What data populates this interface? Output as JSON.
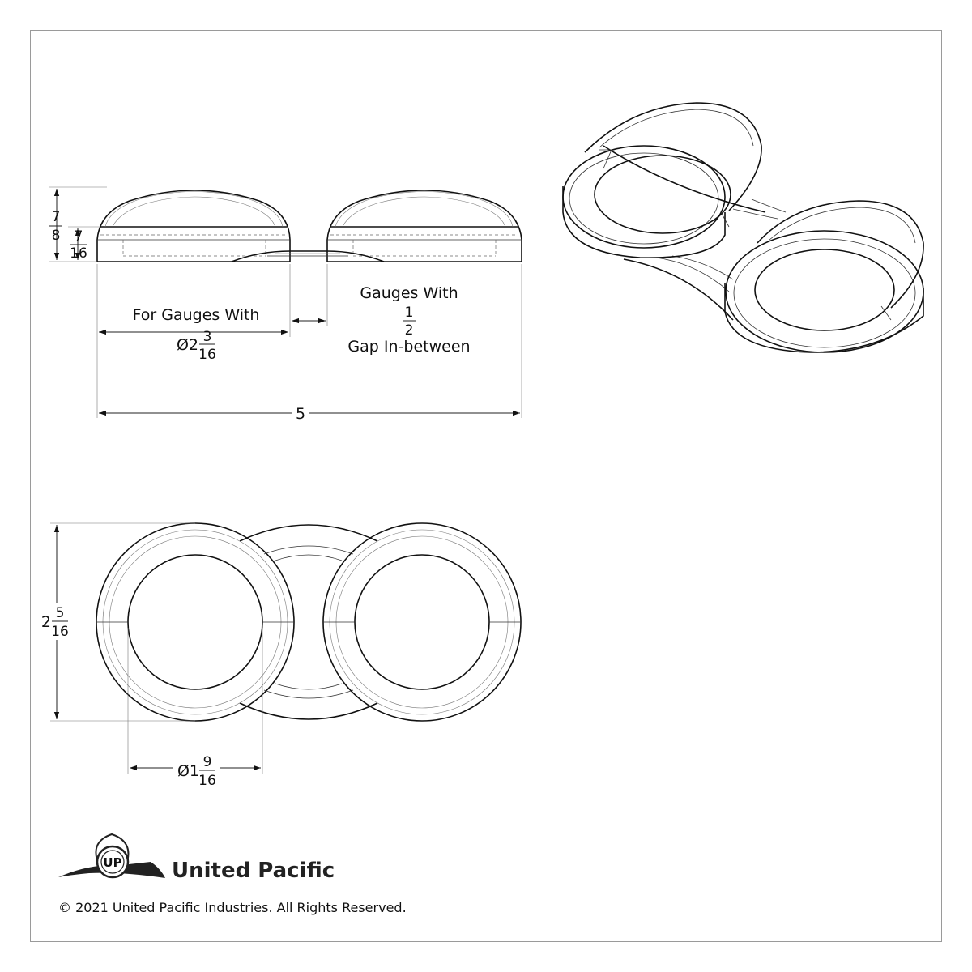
{
  "side_view": {
    "height_total": {
      "whole": "",
      "num": "7",
      "den": "8"
    },
    "height_base": {
      "whole": "",
      "num": "7",
      "den": "16"
    },
    "overall_width": "5",
    "gauge_label_line1": "For Gauges With",
    "gauge_diameter": {
      "whole": "Ø2",
      "num": "3",
      "den": "16"
    },
    "gap_label_line1": "Gauges With",
    "gap_value": {
      "whole": "",
      "num": "1",
      "den": "2"
    },
    "gap_label_line2": "Gap In-between"
  },
  "top_view": {
    "height": {
      "whole": "2",
      "num": "5",
      "den": "16"
    },
    "hole_diameter": {
      "whole": "Ø1",
      "num": "9",
      "den": "16"
    }
  },
  "footer": {
    "brand_name": "United Pacific",
    "logo_text": "UP",
    "copyright": "© 2021 United Pacific Industries. All Rights Reserved."
  }
}
